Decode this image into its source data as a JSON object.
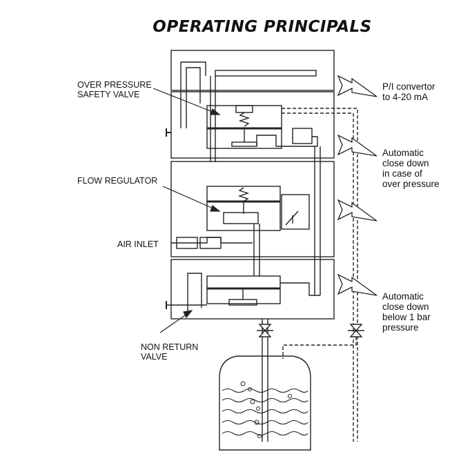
{
  "title": "OPERATING PRINCIPALS",
  "labels": {
    "over_pressure": "OVER PRESSURE\nSAFETY VALVE",
    "flow_regulator": "FLOW REGULATOR",
    "air_inlet": "AIR INLET",
    "non_return": "NON RETURN\nVALVE",
    "pi_convertor": "P/I convertor\nto 4-20 mA",
    "auto_over": "Automatic\nclose down\nin case of\nover pressure",
    "auto_below": "Automatic\nclose down\nbelow 1 bar\npressure"
  }
}
